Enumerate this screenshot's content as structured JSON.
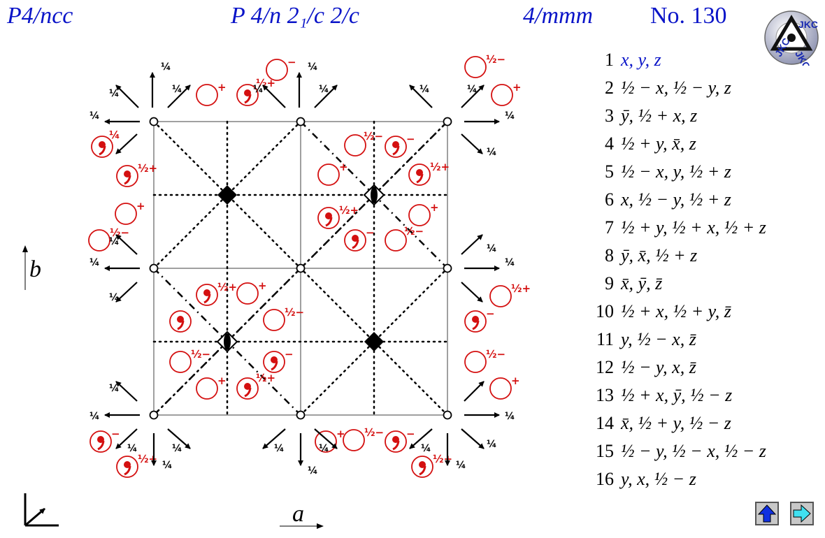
{
  "header": {
    "symbol_short": "P4/ncc",
    "symbol_full": "P 4/n 2₁/c 2/c",
    "point_group": "4/mmm",
    "number": "No. 130"
  },
  "diagram": {
    "axis_b_label": "b",
    "axis_a_label": "a",
    "height_quarter": "¼",
    "height_half_minus": "½−",
    "height_half_plus": "½+",
    "sign_plus": "+",
    "sign_minus": "−",
    "colors": {
      "positions": "#d41010",
      "symmetry": "#000000",
      "cell": "#808080",
      "header": "#0a14c8"
    }
  },
  "logo": {
    "text": "JKC"
  },
  "coordinates": [
    {
      "n": "1",
      "expr": "x, y, z"
    },
    {
      "n": "2",
      "expr": "½ − x, ½ − y, z"
    },
    {
      "n": "3",
      "expr": "ȳ, ½ + x, z"
    },
    {
      "n": "4",
      "expr": "½ + y, x̄, z"
    },
    {
      "n": "5",
      "expr": "½ − x, y, ½ + z"
    },
    {
      "n": "6",
      "expr": "x, ½ − y, ½ + z"
    },
    {
      "n": "7",
      "expr": "½ + y, ½ + x, ½ + z"
    },
    {
      "n": "8",
      "expr": "ȳ, x̄, ½ + z"
    },
    {
      "n": "9",
      "expr": "x̄, ȳ, z̄"
    },
    {
      "n": "10",
      "expr": "½ + x, ½ + y, z̄"
    },
    {
      "n": "11",
      "expr": "y, ½ − x, z̄"
    },
    {
      "n": "12",
      "expr": "½ − y, x, z̄"
    },
    {
      "n": "13",
      "expr": "½ + x, ȳ, ½ − z"
    },
    {
      "n": "14",
      "expr": "x̄, ½ + y, ½ − z"
    },
    {
      "n": "15",
      "expr": "½ − y, ½ − x, ½ − z"
    },
    {
      "n": "16",
      "expr": "y, x, ½ − z"
    }
  ],
  "nav": {
    "up_icon": "up-arrow-icon",
    "next_icon": "right-arrow-icon"
  }
}
